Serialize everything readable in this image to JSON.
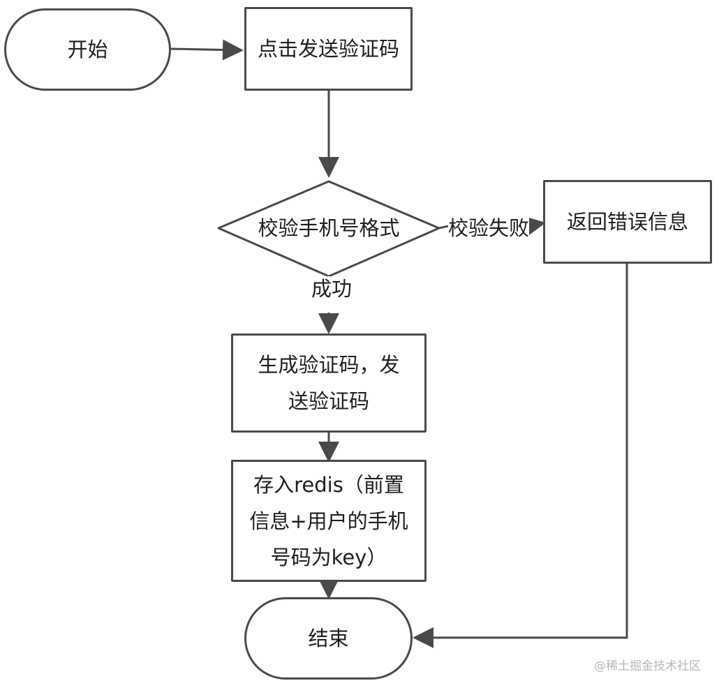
{
  "nodes": {
    "start": "开始",
    "click_send": "点击发送验证码",
    "validate_phone": "校验手机号格式",
    "return_error": "返回错误信息",
    "generate_send": "生成验证码，发\n送验证码",
    "store_redis": "存入redis（前置\n信息+用户的手机\n号码为key）",
    "end": "结束"
  },
  "edges": {
    "fail_label": "校验失败",
    "success_label": "成功"
  },
  "watermark": "@稀土掘金技术社区"
}
